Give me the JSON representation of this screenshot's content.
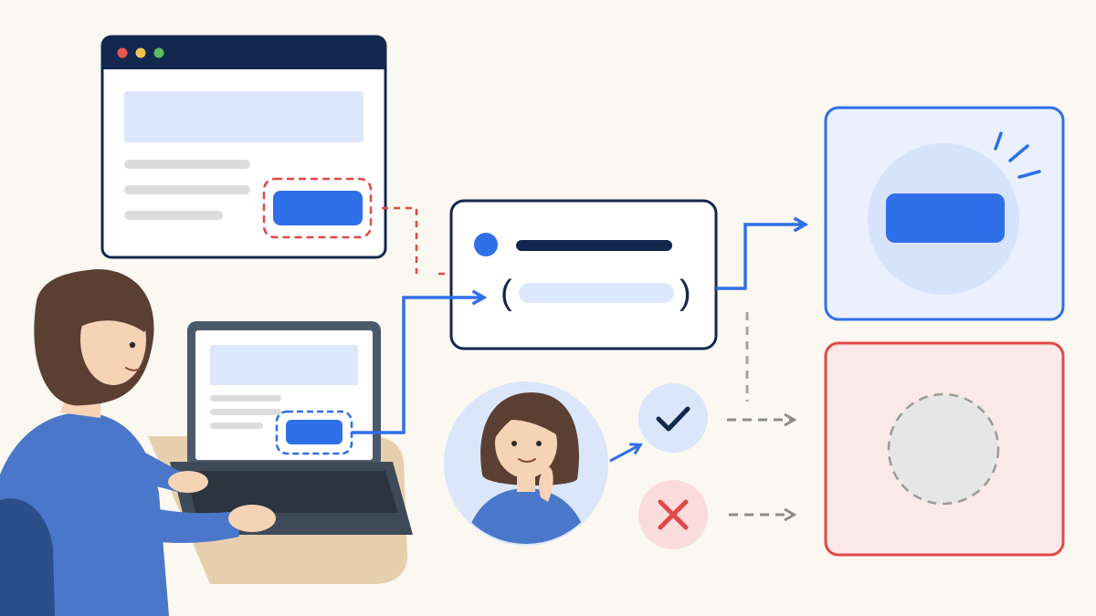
{
  "colors": {
    "background": "#fbf8f1",
    "navy": "#13284f",
    "blue": "#2f6fe8",
    "light_blue": "#dde7fb",
    "red": "#e04848",
    "light_red": "#fbe9e9",
    "gray_line": "#d9d9d9",
    "arrow_gray": "#8c8c8c",
    "desk": "#e7cfae",
    "shirt": "#4a77c9",
    "hair": "#5a3f32",
    "skin": "#f6d3b5"
  },
  "window_controls": [
    "close-dot",
    "minimize-dot",
    "maximize-dot"
  ],
  "icons": [
    "check-icon",
    "x-icon",
    "person-icon",
    "thinking-person-icon",
    "laptop-icon"
  ],
  "outcomes": [
    "success",
    "failure"
  ]
}
